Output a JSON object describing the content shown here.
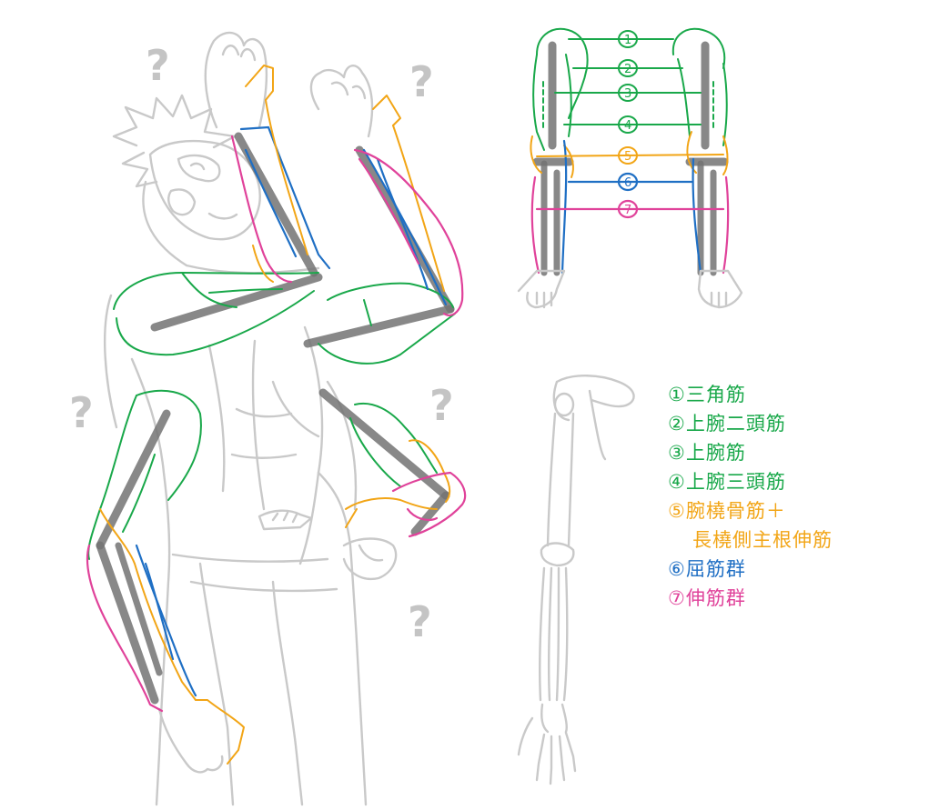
{
  "colors": {
    "deltoid_group": "#19a84a",
    "brachioradialis_group": "#f2a516",
    "flexor_group": "#1f6fc4",
    "extensor_group": "#e0429a",
    "sketch_lines": "#c9c9c9",
    "bones": "#737373"
  },
  "question_mark": "?",
  "diagram_labels": {
    "n1": "1",
    "n2": "2",
    "n3": "3",
    "n4": "4",
    "n5": "5",
    "n6": "6",
    "n7": "7"
  },
  "legend": [
    {
      "text": "①三角筋",
      "color": "#19a84a",
      "indent": false
    },
    {
      "text": "②上腕二頭筋",
      "color": "#19a84a",
      "indent": false
    },
    {
      "text": "③上腕筋",
      "color": "#19a84a",
      "indent": false
    },
    {
      "text": "④上腕三頭筋",
      "color": "#19a84a",
      "indent": false
    },
    {
      "text": "⑤腕橈骨筋＋",
      "color": "#f2a516",
      "indent": false
    },
    {
      "text": "長橈側主根伸筋",
      "color": "#f2a516",
      "indent": true
    },
    {
      "text": "⑥屈筋群",
      "color": "#1f6fc4",
      "indent": false
    },
    {
      "text": "⑦伸筋群",
      "color": "#e0429a",
      "indent": false
    }
  ]
}
